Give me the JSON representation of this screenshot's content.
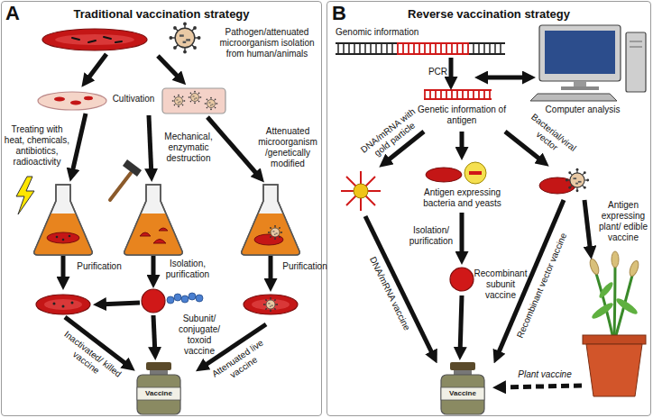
{
  "diagram": {
    "nodes": [
      {
        "text": [
          "Traditional vaccination strategy"
        ]
      },
      {
        "text": [
          "Vaccine"
        ],
        "in": 0
      },
      {
        "text": [
          "Reverse vaccination strategy"
        ]
      },
      {
        "text": [
          "Vaccine"
        ],
        "in": 2
      }
    ],
    "labels": [
      "A",
      "Pathogen/attenuated microorganism isolation from human/animals",
      "Cultivation",
      "Treating with heat, chemicals, antibiotics, radioactivity",
      "Mechanical, enzymatic destruction",
      "Attenuated microorganism /genetically modified",
      "Purification",
      "Isolation, purification",
      "Purification",
      "Subunit/ conjugate/ toxoid vaccine",
      "Inactivated/ killed vaccine",
      "Attenuated live vaccine",
      "B",
      "Genomic information",
      "PCR",
      "Computer analysis",
      "Genetic information of antigen",
      "DNA/mRNA with gold particle",
      "Bacterial/viral vector",
      "Antigen expressing bacteria and yeasts",
      "Isolation/ purification",
      "Recombinant subunit vaccine",
      "Antigen expressing plant/ edible vaccine",
      "DNA/mRNA vaccine",
      "Recombinant vector vaccine",
      "Plant vaccine"
    ]
  }
}
